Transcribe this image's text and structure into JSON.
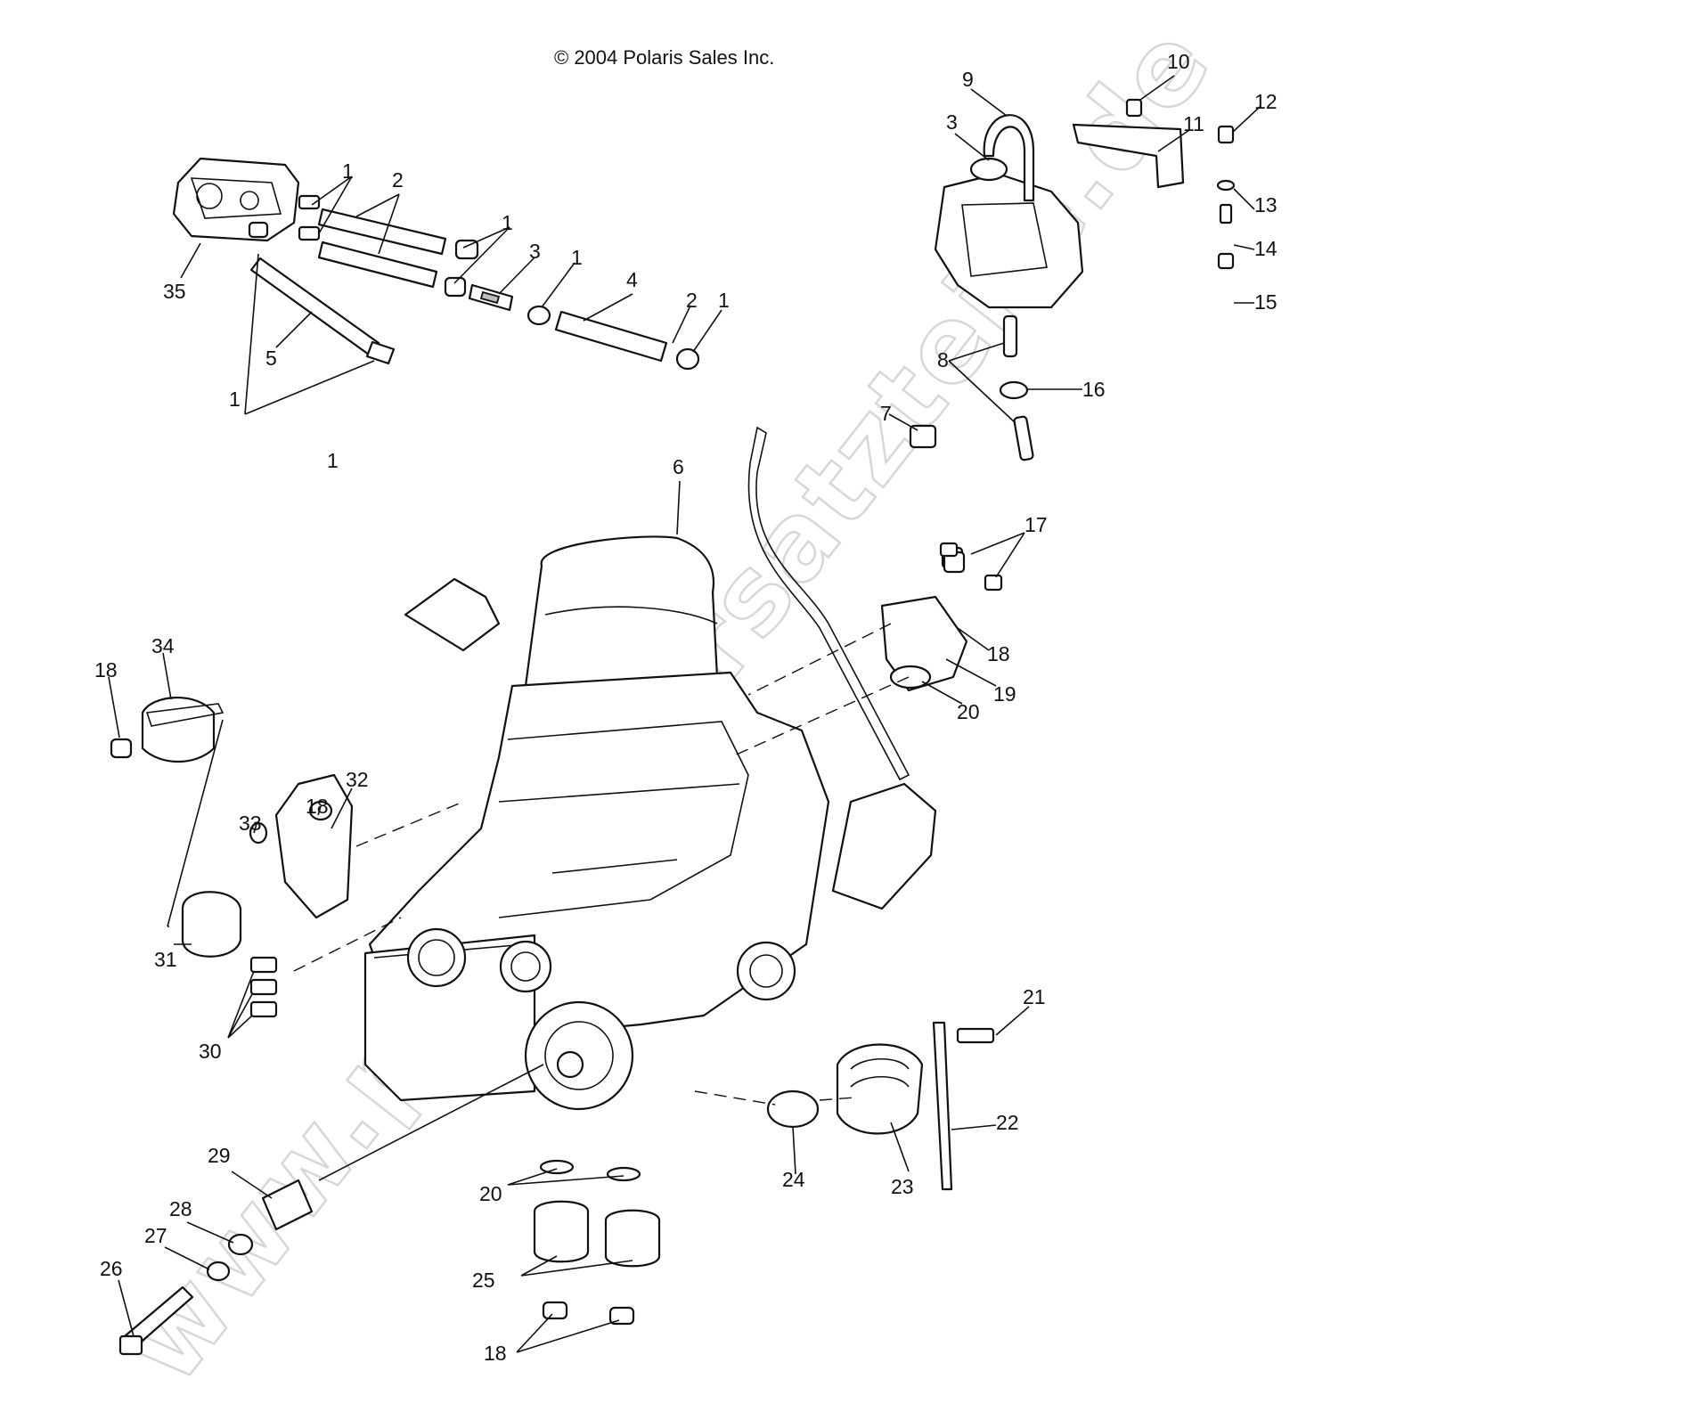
{
  "copyright": "© 2004 Polaris Sales Inc.",
  "watermark": {
    "text": "www.polaris-ersatzteile.de",
    "color": "#b7b7b7"
  },
  "callouts": [
    "1",
    "1",
    "1",
    "1",
    "1",
    "1",
    "2",
    "2",
    "3",
    "4",
    "5",
    "35",
    "3",
    "9",
    "10",
    "11",
    "12",
    "13",
    "14",
    "15",
    "16",
    "8",
    "7",
    "6",
    "17",
    "18",
    "19",
    "20",
    "18",
    "34",
    "33",
    "32",
    "18",
    "31",
    "30",
    "21",
    "22",
    "23",
    "24",
    "20",
    "25",
    "29",
    "28",
    "27",
    "26",
    "18"
  ]
}
